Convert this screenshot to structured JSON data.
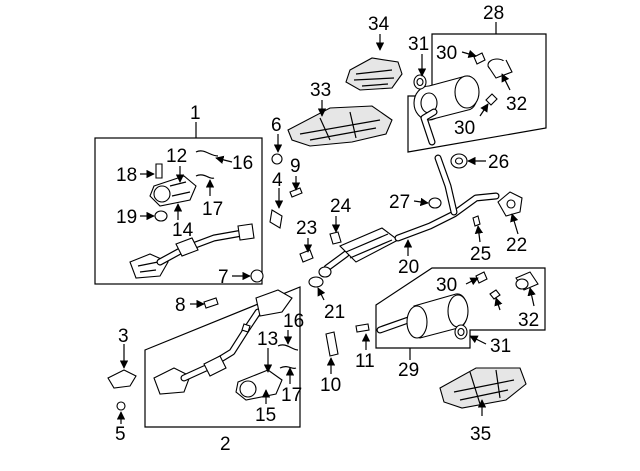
{
  "diagram": {
    "callouts": [
      {
        "id": "c1",
        "text": "1"
      },
      {
        "id": "c2",
        "text": "2"
      },
      {
        "id": "c3",
        "text": "3"
      },
      {
        "id": "c4",
        "text": "4"
      },
      {
        "id": "c5",
        "text": "5"
      },
      {
        "id": "c6",
        "text": "6"
      },
      {
        "id": "c7",
        "text": "7"
      },
      {
        "id": "c8",
        "text": "8"
      },
      {
        "id": "c9",
        "text": "9"
      },
      {
        "id": "c10",
        "text": "10"
      },
      {
        "id": "c11",
        "text": "11"
      },
      {
        "id": "c12",
        "text": "12"
      },
      {
        "id": "c13",
        "text": "13"
      },
      {
        "id": "c14",
        "text": "14"
      },
      {
        "id": "c15",
        "text": "15"
      },
      {
        "id": "c16a",
        "text": "16"
      },
      {
        "id": "c16b",
        "text": "16"
      },
      {
        "id": "c17a",
        "text": "17"
      },
      {
        "id": "c17b",
        "text": "17"
      },
      {
        "id": "c18",
        "text": "18"
      },
      {
        "id": "c19",
        "text": "19"
      },
      {
        "id": "c20",
        "text": "20"
      },
      {
        "id": "c21",
        "text": "21"
      },
      {
        "id": "c22",
        "text": "22"
      },
      {
        "id": "c23",
        "text": "23"
      },
      {
        "id": "c24",
        "text": "24"
      },
      {
        "id": "c25",
        "text": "25"
      },
      {
        "id": "c26",
        "text": "26"
      },
      {
        "id": "c27",
        "text": "27"
      },
      {
        "id": "c28",
        "text": "28"
      },
      {
        "id": "c29",
        "text": "29"
      },
      {
        "id": "c30a",
        "text": "30"
      },
      {
        "id": "c30b",
        "text": "30"
      },
      {
        "id": "c30c",
        "text": "30"
      },
      {
        "id": "c31a",
        "text": "31"
      },
      {
        "id": "c31b",
        "text": "31"
      },
      {
        "id": "c32a",
        "text": "32"
      },
      {
        "id": "c32b",
        "text": "32"
      },
      {
        "id": "c33",
        "text": "33"
      },
      {
        "id": "c34",
        "text": "34"
      },
      {
        "id": "c35",
        "text": "35"
      }
    ]
  }
}
